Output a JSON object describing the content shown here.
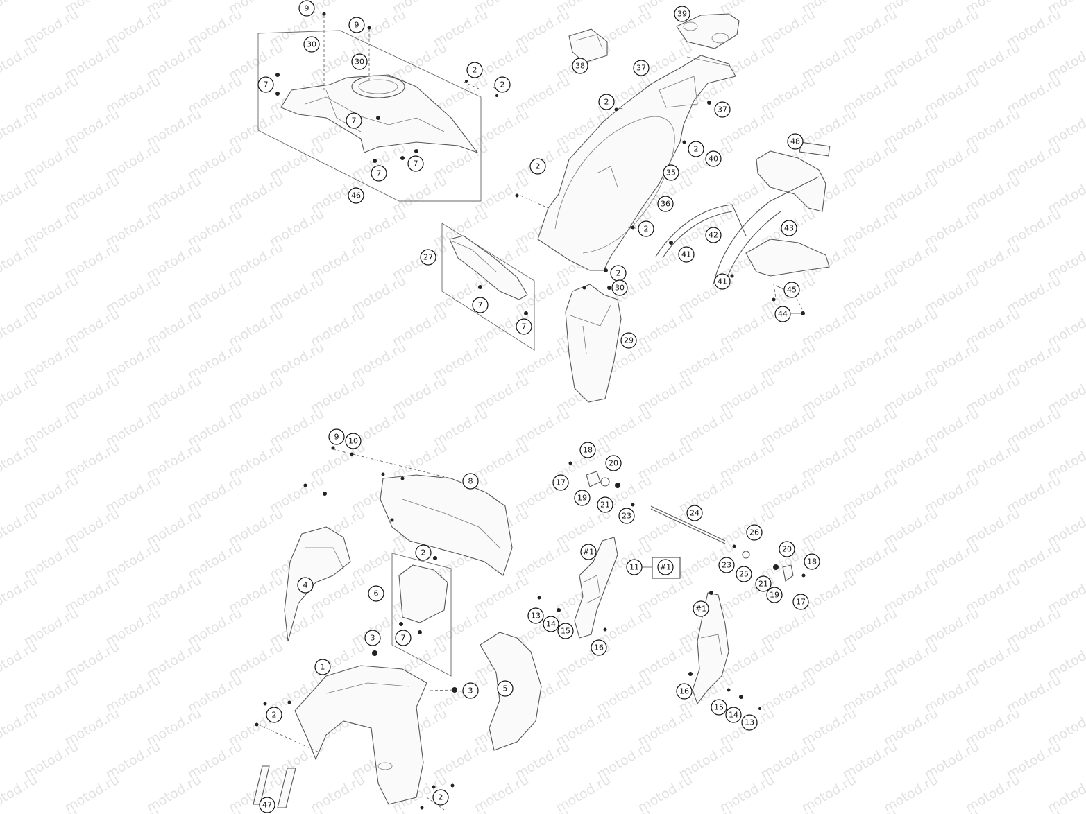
{
  "watermark": {
    "text": "motod.ru"
  },
  "callouts": [
    {
      "n": "1",
      "label": "1"
    },
    {
      "n": "2",
      "label": "2"
    },
    {
      "n": "3",
      "label": "3"
    },
    {
      "n": "4",
      "label": "4"
    },
    {
      "n": "5",
      "label": "5"
    },
    {
      "n": "6",
      "label": "6"
    },
    {
      "n": "7",
      "label": "7"
    },
    {
      "n": "8",
      "label": "8"
    },
    {
      "n": "9",
      "label": "9"
    },
    {
      "n": "10",
      "label": "10"
    },
    {
      "n": "11",
      "label": "11"
    },
    {
      "n": "13",
      "label": "13"
    },
    {
      "n": "14",
      "label": "14"
    },
    {
      "n": "15",
      "label": "15"
    },
    {
      "n": "16",
      "label": "16"
    },
    {
      "n": "17",
      "label": "17"
    },
    {
      "n": "18",
      "label": "18"
    },
    {
      "n": "19",
      "label": "19"
    },
    {
      "n": "20",
      "label": "20"
    },
    {
      "n": "21",
      "label": "21"
    },
    {
      "n": "23",
      "label": "23"
    },
    {
      "n": "24",
      "label": "24"
    },
    {
      "n": "25",
      "label": "25"
    },
    {
      "n": "26",
      "label": "26"
    },
    {
      "n": "27",
      "label": "27"
    },
    {
      "n": "29",
      "label": "29"
    },
    {
      "n": "30",
      "label": "30"
    },
    {
      "n": "35",
      "label": "35"
    },
    {
      "n": "36",
      "label": "36"
    },
    {
      "n": "37",
      "label": "37"
    },
    {
      "n": "38",
      "label": "38"
    },
    {
      "n": "39",
      "label": "39"
    },
    {
      "n": "40",
      "label": "40"
    },
    {
      "n": "41",
      "label": "41"
    },
    {
      "n": "42",
      "label": "42"
    },
    {
      "n": "43",
      "label": "43"
    },
    {
      "n": "44",
      "label": "44"
    },
    {
      "n": "45",
      "label": "45"
    },
    {
      "n": "46",
      "label": "46"
    },
    {
      "n": "47",
      "label": "47"
    },
    {
      "n": "48",
      "label": "48"
    },
    {
      "n": "#1",
      "label": "#1"
    }
  ],
  "assembly_box_11": {
    "label": "#1"
  }
}
